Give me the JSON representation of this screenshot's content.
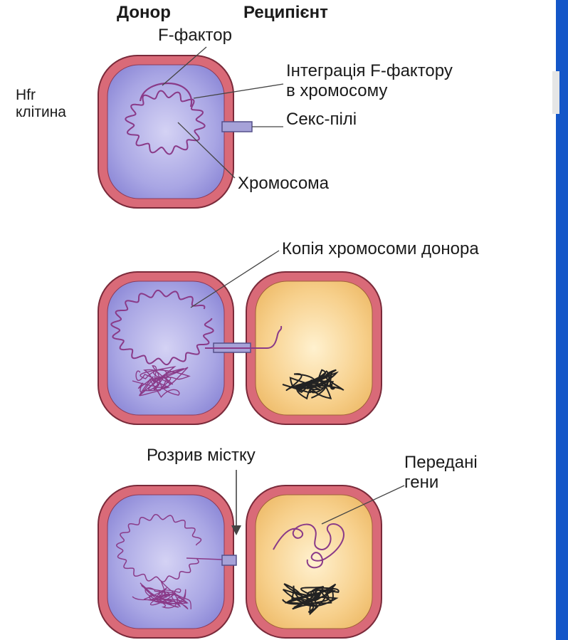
{
  "headers": {
    "donor": "Донор",
    "recipient": "Реципієнт"
  },
  "labels": {
    "hfr_cell": "Hfr\nклітина",
    "f_factor": "F-фактор",
    "integration": "Інтеграція F-фактору\nв хромосому",
    "sex_pili": "Секс-пілі",
    "chromosome": "Хромосома",
    "donor_copy": "Копія хромосоми донора",
    "bridge_break": "Розрив містку",
    "transferred_genes": "Передані\nгени"
  },
  "colors": {
    "cell_wall": "#d96a78",
    "cell_wall_outline": "#7a2a3a",
    "donor_cytoplasm": "#9a98de",
    "recipient_cytoplasm": "#f3c77c",
    "dna_donor": "#8a3a88",
    "dna_recipient": "#222222",
    "pilus": "#a6a2d8",
    "leader_line": "#444444",
    "side_bar": "#1456c8"
  }
}
